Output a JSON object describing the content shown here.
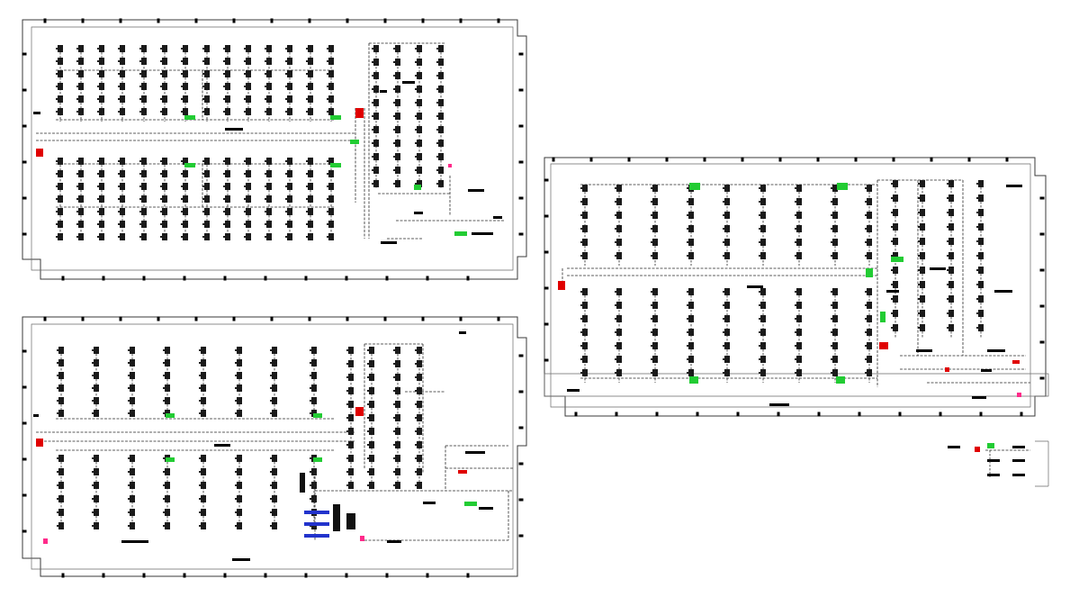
{
  "drawing": {
    "type": "HVAC / sprinkler piping floor plan (CAD export)",
    "sheets": [
      {
        "id": "plan-top-left",
        "label": ""
      },
      {
        "id": "plan-bottom-left",
        "label": ""
      },
      {
        "id": "plan-right",
        "label": ""
      },
      {
        "id": "detail-key",
        "label": ""
      }
    ],
    "colors": {
      "line": "#2a2a2a",
      "equipment_red": "#e00000",
      "equipment_green": "#22cc33",
      "equipment_blue": "#2233cc",
      "marker_pink": "#ff2a8a",
      "background": "#ffffff"
    }
  }
}
